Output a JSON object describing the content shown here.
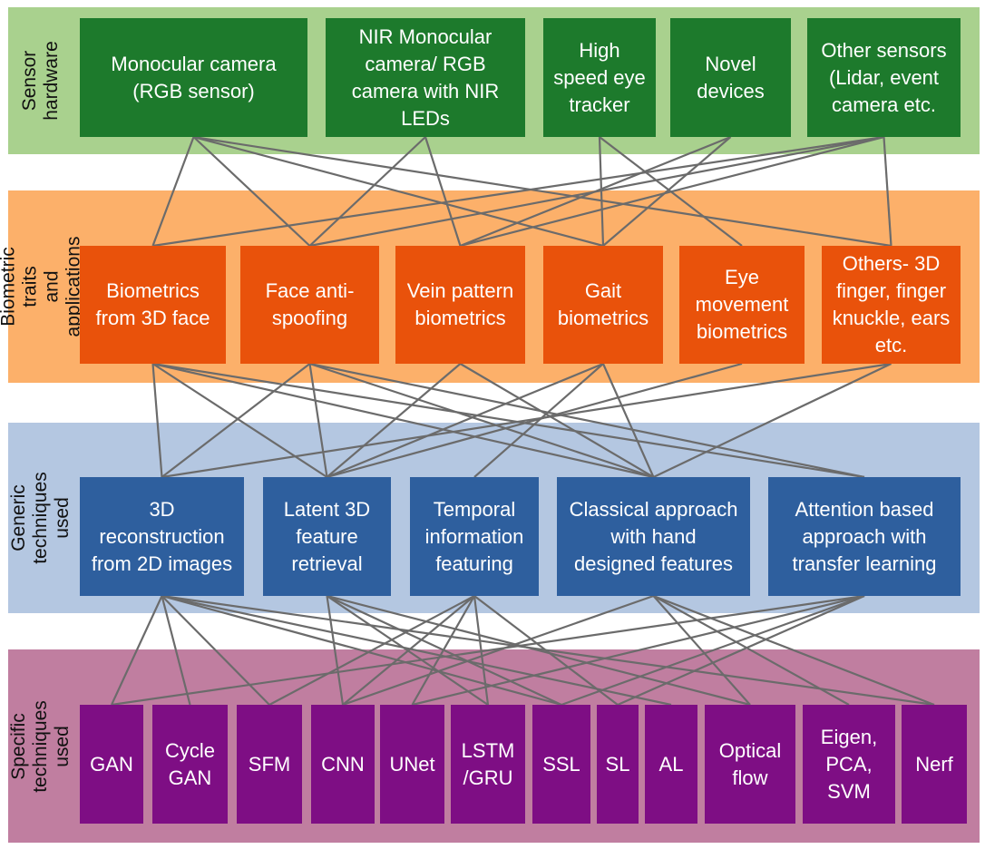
{
  "colors": {
    "sensor_band": "#a9d18e",
    "sensor_box": "#1d7a2c",
    "bio_band": "#fcb06a",
    "bio_box": "#e9520b",
    "generic_band": "#b4c7e1",
    "generic_box": "#2e5f9e",
    "specific_band": "#c07ea0",
    "specific_box": "#7e0e84",
    "connector": "#6b6b6b"
  },
  "bands": [
    {
      "key": "sensor",
      "label": "Sensor\nhardware"
    },
    {
      "key": "bio",
      "label": "Biometric traits\nand applications"
    },
    {
      "key": "generic",
      "label": "Generic\ntechniques used"
    },
    {
      "key": "specific",
      "label": "Specific\ntechniques used"
    }
  ],
  "nodes": {
    "sensor": [
      {
        "id": "s1",
        "label": "Monocular camera\n(RGB sensor)"
      },
      {
        "id": "s2",
        "label": "NIR Monocular\ncamera/ RGB\ncamera with NIR\nLEDs"
      },
      {
        "id": "s3",
        "label": "High\nspeed eye\ntracker"
      },
      {
        "id": "s4",
        "label": "Novel\ndevices"
      },
      {
        "id": "s5",
        "label": "Other sensors\n(Lidar, event\ncamera etc."
      }
    ],
    "bio": [
      {
        "id": "b1",
        "label": "Biometrics\nfrom 3D face"
      },
      {
        "id": "b2",
        "label": "Face anti-\nspoofing"
      },
      {
        "id": "b3",
        "label": "Vein pattern\nbiometrics"
      },
      {
        "id": "b4",
        "label": "Gait\nbiometrics"
      },
      {
        "id": "b5",
        "label": "Eye\nmovement\nbiometrics"
      },
      {
        "id": "b6",
        "label": "Others- 3D\nfinger, finger\nknuckle, ears\netc."
      }
    ],
    "generic": [
      {
        "id": "g1",
        "label": "3D\nreconstruction\nfrom 2D images"
      },
      {
        "id": "g2",
        "label": "Latent 3D\nfeature\nretrieval"
      },
      {
        "id": "g3",
        "label": "Temporal\ninformation\nfeaturing"
      },
      {
        "id": "g4",
        "label": "Classical approach\nwith hand\ndesigned features"
      },
      {
        "id": "g5",
        "label": "Attention based\napproach with\ntransfer learning"
      }
    ],
    "specific": [
      {
        "id": "t1",
        "label": "GAN"
      },
      {
        "id": "t2",
        "label": "Cycle\nGAN"
      },
      {
        "id": "t3",
        "label": "SFM"
      },
      {
        "id": "t4",
        "label": "CNN"
      },
      {
        "id": "t5",
        "label": "UNet"
      },
      {
        "id": "t6",
        "label": "LSTM\n/GRU"
      },
      {
        "id": "t7",
        "label": "SSL"
      },
      {
        "id": "t8",
        "label": "SL"
      },
      {
        "id": "t9",
        "label": "AL"
      },
      {
        "id": "t10",
        "label": "Optical\nflow"
      },
      {
        "id": "t11",
        "label": "Eigen,\nPCA,\nSVM"
      },
      {
        "id": "t12",
        "label": "Nerf"
      }
    ]
  },
  "edges": [
    [
      "s1",
      "b1"
    ],
    [
      "s1",
      "b2"
    ],
    [
      "s1",
      "b4"
    ],
    [
      "s1",
      "b6"
    ],
    [
      "s2",
      "b2"
    ],
    [
      "s2",
      "b3"
    ],
    [
      "s3",
      "b4"
    ],
    [
      "s3",
      "b5"
    ],
    [
      "s4",
      "b3"
    ],
    [
      "s4",
      "b4"
    ],
    [
      "s5",
      "b1"
    ],
    [
      "s5",
      "b2"
    ],
    [
      "s5",
      "b3"
    ],
    [
      "s5",
      "b6"
    ],
    [
      "b1",
      "g1"
    ],
    [
      "b1",
      "g2"
    ],
    [
      "b1",
      "g4"
    ],
    [
      "b1",
      "g5"
    ],
    [
      "b2",
      "g1"
    ],
    [
      "b2",
      "g2"
    ],
    [
      "b2",
      "g4"
    ],
    [
      "b2",
      "g5"
    ],
    [
      "b3",
      "g2"
    ],
    [
      "b3",
      "g4"
    ],
    [
      "b4",
      "g2"
    ],
    [
      "b4",
      "g3"
    ],
    [
      "b4",
      "g4"
    ],
    [
      "b5",
      "g2"
    ],
    [
      "b6",
      "g1"
    ],
    [
      "b6",
      "g4"
    ],
    [
      "g1",
      "t1"
    ],
    [
      "g1",
      "t2"
    ],
    [
      "g1",
      "t3"
    ],
    [
      "g1",
      "t7"
    ],
    [
      "g1",
      "t9"
    ],
    [
      "g1",
      "t12"
    ],
    [
      "g2",
      "t4"
    ],
    [
      "g2",
      "t6"
    ],
    [
      "g2",
      "t7"
    ],
    [
      "g2",
      "t10"
    ],
    [
      "g3",
      "t3"
    ],
    [
      "g3",
      "t4"
    ],
    [
      "g3",
      "t5"
    ],
    [
      "g3",
      "t6"
    ],
    [
      "g3",
      "t8"
    ],
    [
      "g4",
      "t4"
    ],
    [
      "g4",
      "t10"
    ],
    [
      "g4",
      "t11"
    ],
    [
      "g4",
      "t12"
    ],
    [
      "g5",
      "t1"
    ],
    [
      "g5",
      "t5"
    ],
    [
      "g5",
      "t7"
    ],
    [
      "g5",
      "t8"
    ]
  ]
}
